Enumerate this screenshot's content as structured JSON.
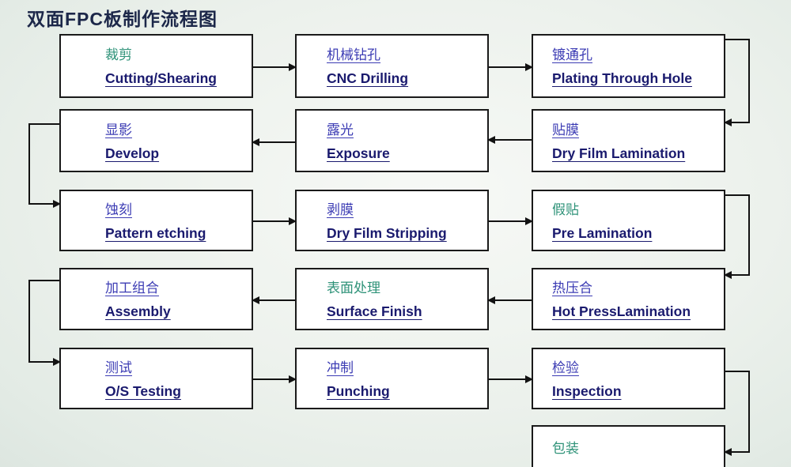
{
  "title": "双面FPC板制作流程图",
  "colors": {
    "teal": "#2E9278",
    "blue_zh": "#3C3CB4",
    "navy_en": "#1A1A6E",
    "title": "#1C2749",
    "line": "#121212",
    "box_bg": "#FFFFFF",
    "page_bg": "#E7EEE9"
  },
  "steps": [
    {
      "zh": "裁剪",
      "en": "Cutting/Shearing",
      "zh_style": "teal"
    },
    {
      "zh": "机械钻孔",
      "en": "CNC Drilling",
      "zh_style": "blue"
    },
    {
      "zh": "镀通孔",
      "en": "Plating Through Hole",
      "zh_style": "blue"
    },
    {
      "zh": "贴膜",
      "en": "Dry Film Lamination",
      "zh_style": "blue"
    },
    {
      "zh": "露光",
      "en": "Exposure",
      "zh_style": "blue"
    },
    {
      "zh": "显影",
      "en": "Develop",
      "zh_style": "blue"
    },
    {
      "zh": "蚀刻",
      "en": "Pattern etching",
      "zh_style": "blue"
    },
    {
      "zh": "剥膜",
      "en": "Dry Film Stripping",
      "zh_style": "blue"
    },
    {
      "zh": "假贴",
      "en": "Pre Lamination",
      "zh_style": "teal"
    },
    {
      "zh": "热压合",
      "en": "Hot PressLamination",
      "zh_style": "blue"
    },
    {
      "zh": "表面处理",
      "en": "Surface Finish",
      "zh_style": "teal"
    },
    {
      "zh": "加工组合",
      "en": "Assembly",
      "zh_style": "blue"
    },
    {
      "zh": "测试",
      "en": "O/S Testing",
      "zh_style": "blue"
    },
    {
      "zh": "冲制",
      "en": "Punching",
      "zh_style": "blue"
    },
    {
      "zh": "检验",
      "en": "Inspection",
      "zh_style": "blue"
    },
    {
      "zh": "包装",
      "en": "",
      "zh_style": "teal"
    }
  ]
}
